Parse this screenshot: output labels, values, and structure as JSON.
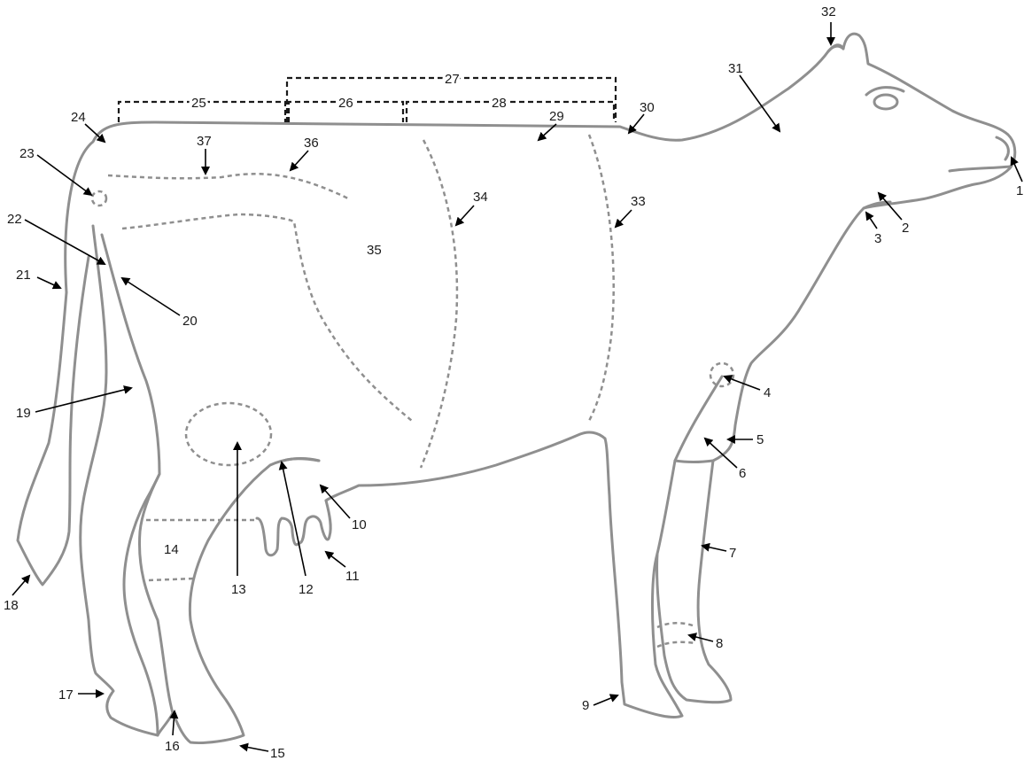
{
  "diagram": {
    "colors": {
      "outline": "#8f8f8f",
      "text": "#1a1a1a",
      "arrow": "#000000"
    },
    "labels": {
      "l1": "1",
      "l2": "2",
      "l3": "3",
      "l4": "4",
      "l5": "5",
      "l6": "6",
      "l7": "7",
      "l8": "8",
      "l9": "9",
      "l10": "10",
      "l11": "11",
      "l12": "12",
      "l13": "13",
      "l14": "14",
      "l15": "15",
      "l16": "16",
      "l17": "17",
      "l18": "18",
      "l19": "19",
      "l20": "20",
      "l21": "21",
      "l22": "22",
      "l23": "23",
      "l24": "24",
      "l25": "25",
      "l26": "26",
      "l27": "27",
      "l28": "28",
      "l29": "29",
      "l30": "30",
      "l31": "31",
      "l32": "32",
      "l33": "33",
      "l34": "34",
      "l35": "35",
      "l36": "36",
      "l37": "37"
    }
  }
}
